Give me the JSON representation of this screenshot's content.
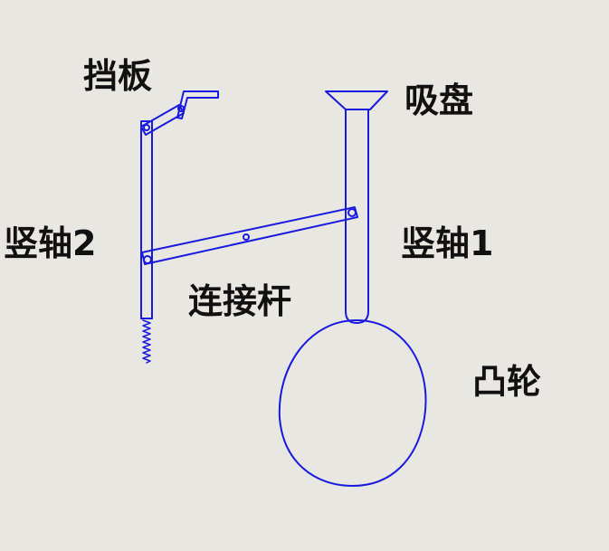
{
  "labels": {
    "baffle": "挡板",
    "suction_cup": "吸盘",
    "shaft2": "竖轴2",
    "shaft1": "竖轴1",
    "link_rod": "连接杆",
    "cam": "凸轮"
  },
  "colors": {
    "background": "#e9e7e1",
    "line": "#1a1adf",
    "text": "#111111"
  }
}
